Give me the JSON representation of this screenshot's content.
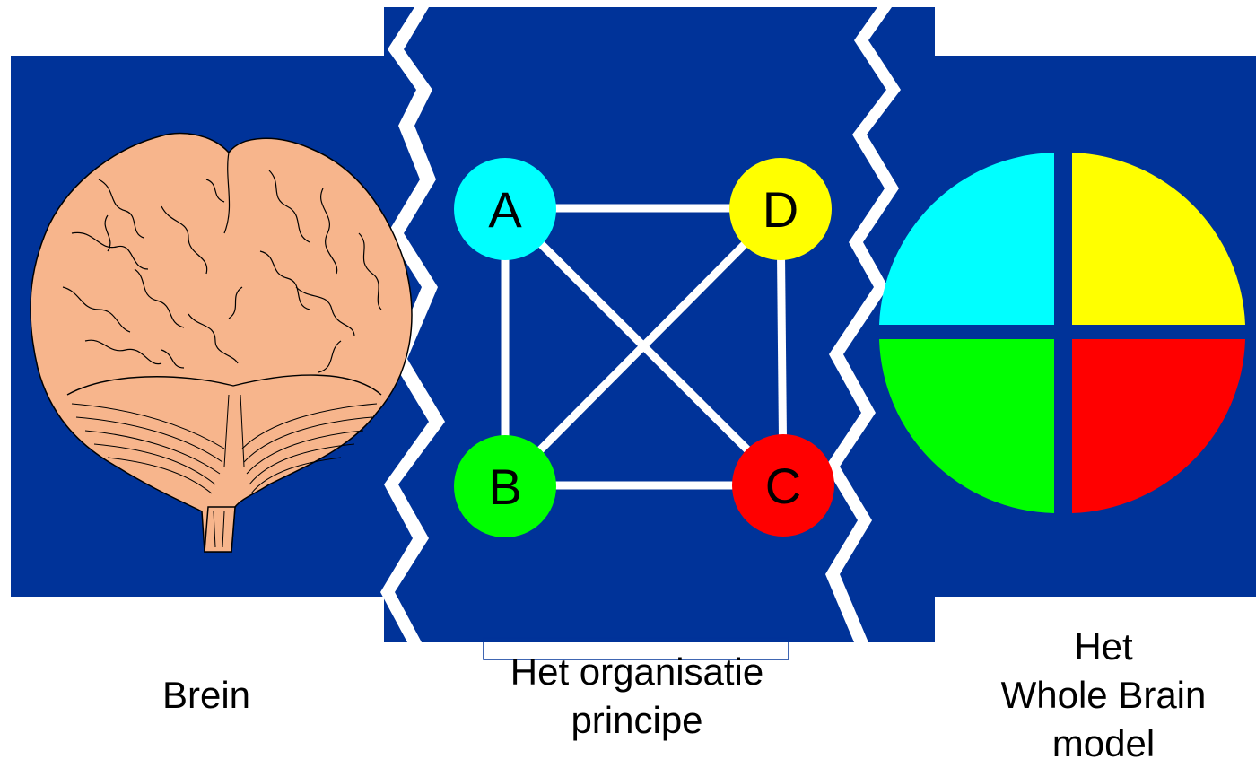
{
  "colors": {
    "panel_blue": "#003399",
    "cyan": "#00ffff",
    "yellow": "#ffff00",
    "green": "#00ff00",
    "red": "#ff0000",
    "brain_skin": "#f7b58c",
    "connector": "#ffffff"
  },
  "panels": {
    "brain": {
      "icon": "brain-illustration",
      "caption": "Brein"
    },
    "organisation": {
      "caption_line1": "Het organisatie",
      "caption_line2": "principe",
      "nodes": [
        {
          "letter": "A",
          "color": "#00ffff"
        },
        {
          "letter": "D",
          "color": "#ffff00"
        },
        {
          "letter": "B",
          "color": "#00ff00"
        },
        {
          "letter": "C",
          "color": "#ff0000"
        }
      ]
    },
    "model": {
      "caption_line1": "Het",
      "caption_line2": "Whole Brain",
      "caption_line3": "model",
      "quadrants": [
        {
          "position": "top-left",
          "color": "#00ffff"
        },
        {
          "position": "top-right",
          "color": "#ffff00"
        },
        {
          "position": "bottom-left",
          "color": "#00ff00"
        },
        {
          "position": "bottom-right",
          "color": "#ff0000"
        }
      ]
    }
  }
}
